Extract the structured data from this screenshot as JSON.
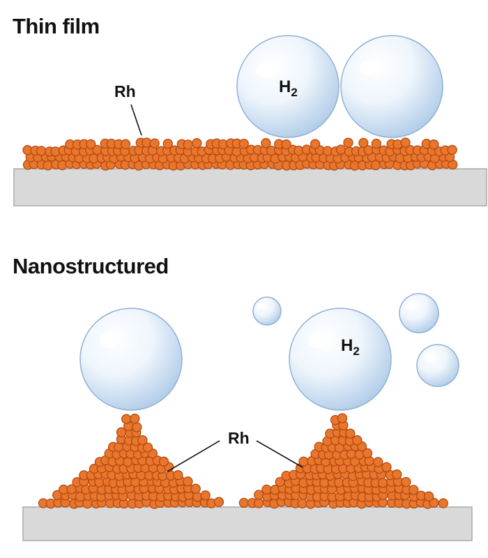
{
  "panels": {
    "thin_film": {
      "title": "Thin film",
      "rh_label": "Rh",
      "h2_label": {
        "main": "H",
        "sub": "2"
      }
    },
    "nanostructured": {
      "title": "Nanostructured",
      "rh_label": "Rh",
      "h2_label": {
        "main": "H",
        "sub": "2"
      }
    }
  },
  "colors": {
    "particle": "#e8762c",
    "particle_outline": "#b54a12",
    "substrate": "#d9d9d9",
    "substrate_outline": "#a9a9a9",
    "bubble_light": "#eef5fc",
    "bubble_dark": "#a9c7e6",
    "bubble_outline": "#8fb0d4"
  }
}
